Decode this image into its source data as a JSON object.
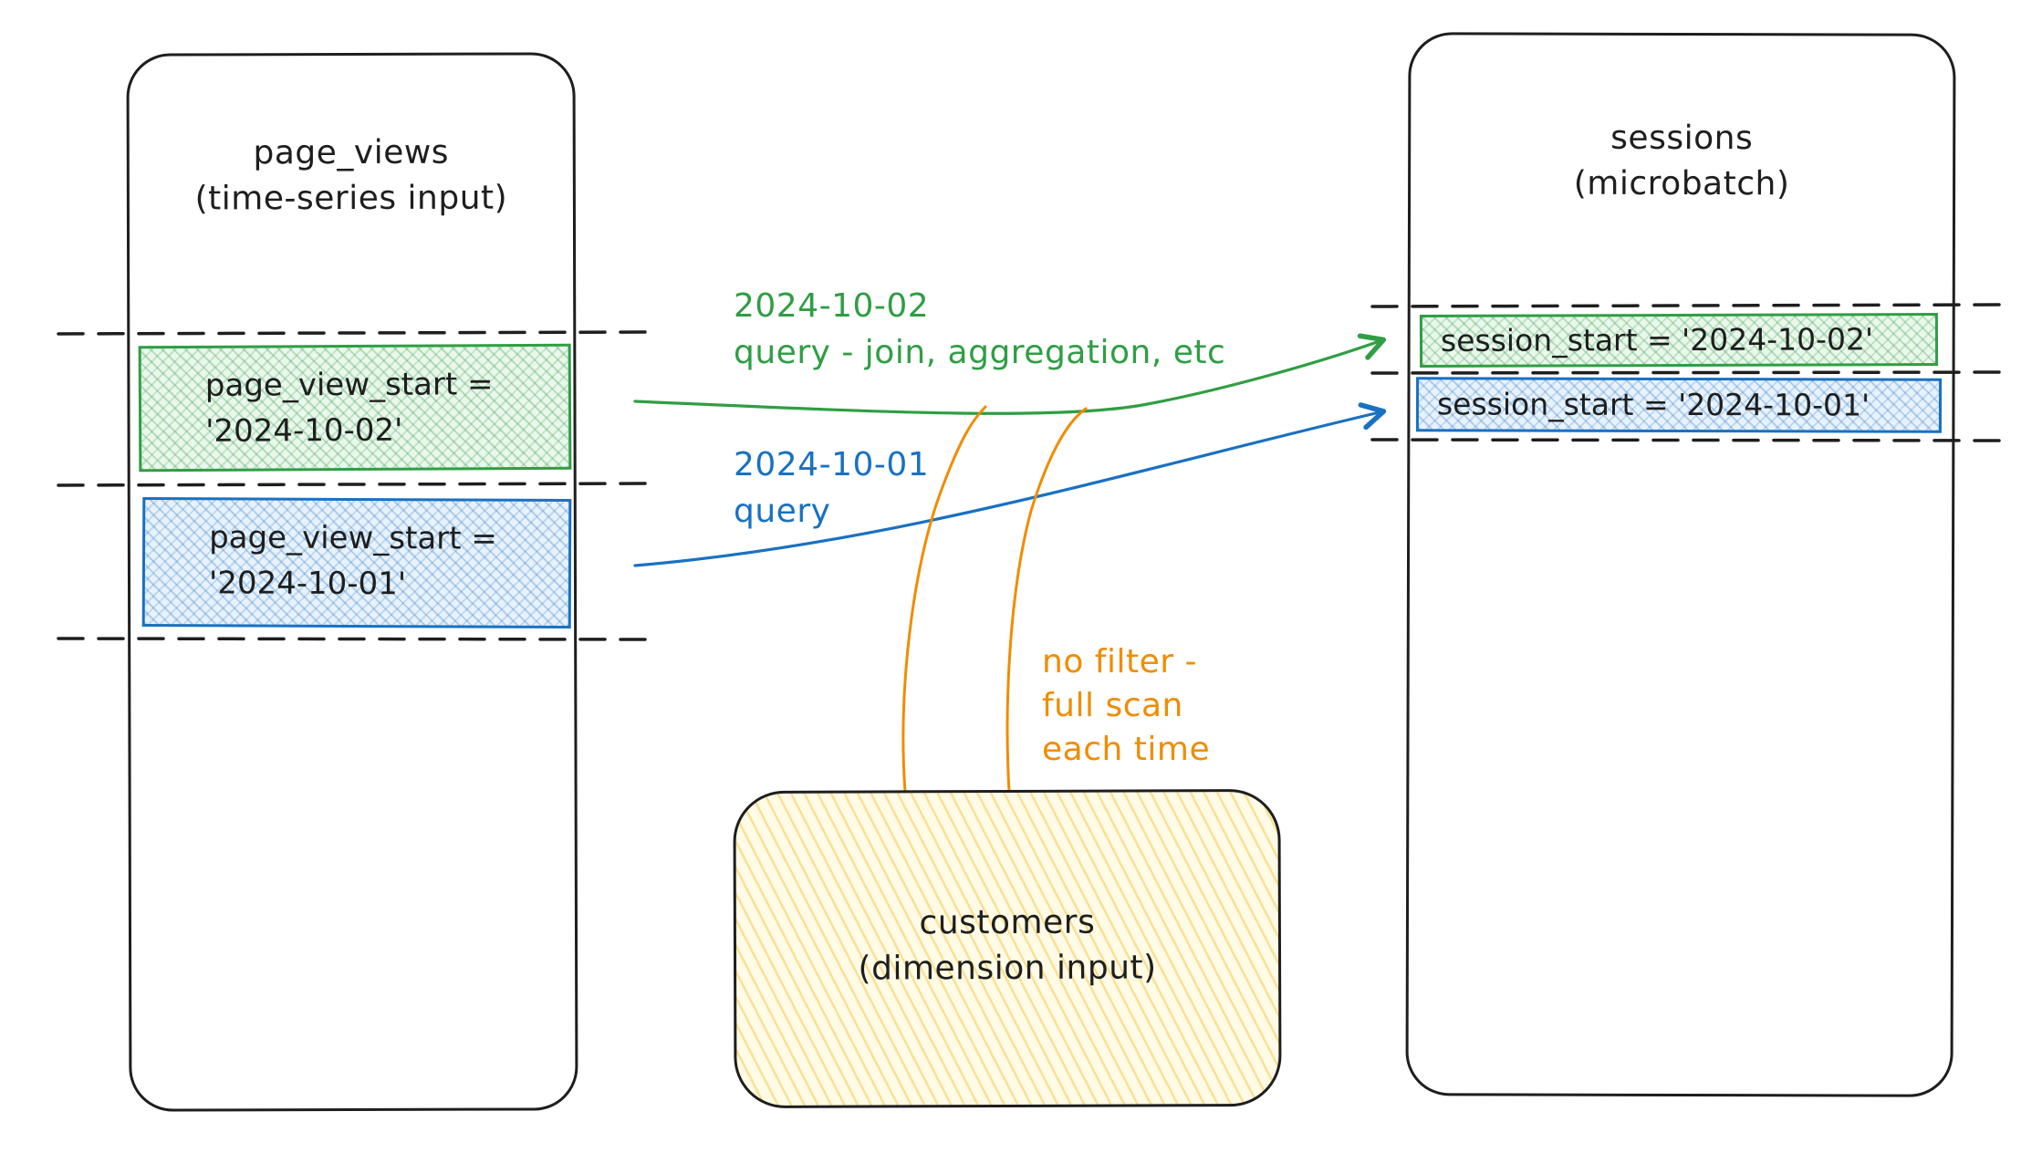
{
  "page_views": {
    "title1": "page_views",
    "title2": "(time-series input)",
    "rows": [
      {
        "line1": "page_view_start =",
        "line2": "'2024-10-02'",
        "color": "green"
      },
      {
        "line1": "page_view_start =",
        "line2": "'2024-10-01'",
        "color": "blue"
      }
    ]
  },
  "sessions": {
    "title1": "sessions",
    "title2": "(microbatch)",
    "rows": [
      {
        "label": "session_start = '2024-10-02'",
        "color": "green"
      },
      {
        "label": "session_start = '2024-10-01'",
        "color": "blue"
      }
    ]
  },
  "customers": {
    "title1": "customers",
    "title2": "(dimension input)"
  },
  "annotations": {
    "green": {
      "line1": "2024-10-02",
      "line2": "query - join, aggregation, etc"
    },
    "blue": {
      "line1": "2024-10-01",
      "line2": "query"
    },
    "orange": {
      "line1": "no filter -",
      "line2": "full scan",
      "line3": "each time"
    }
  },
  "colors": {
    "ink": "#1e1e1e",
    "green": "#2f9e44",
    "green_fill": "#eaf7ec",
    "blue": "#1971c2",
    "blue_fill": "#e8f2fc",
    "orange": "#f08c00",
    "yellow_fill": "#fffbe6",
    "background": "#ffffff"
  }
}
